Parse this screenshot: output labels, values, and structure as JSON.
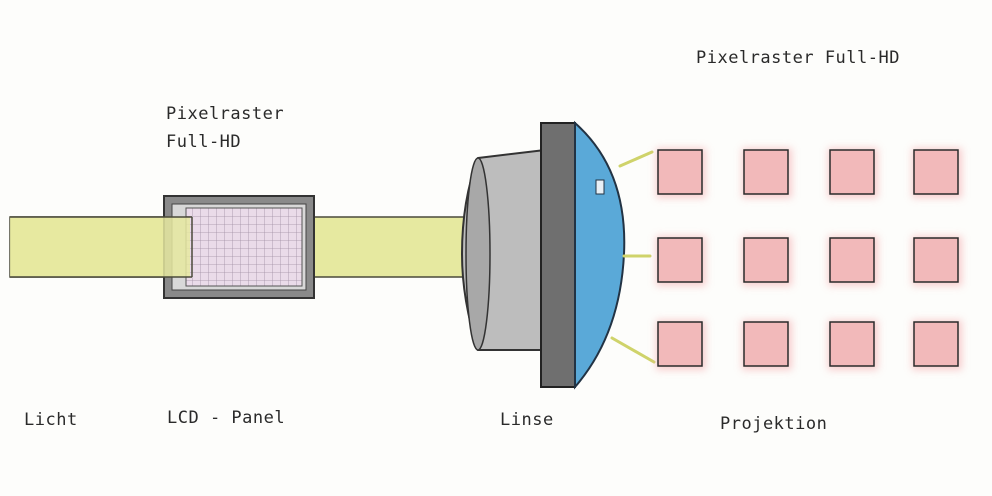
{
  "labels": {
    "light": "Licht",
    "lcd_panel": "LCD - Panel",
    "lens": "Linse",
    "projection": "Projektion",
    "pixel_grid_projection": "Pixelraster Full-HD",
    "pixel_grid_lcd_line1": "Pixelraster",
    "pixel_grid_lcd_line2": "Full-HD"
  },
  "colors": {
    "light_beam": "#e6e9a0",
    "lens_glass": "#5aa9d8",
    "lens_frame": "#6f6f6f",
    "lens_barrel": "#b8b8b8",
    "lcd_frame": "#7a7a7a",
    "lcd_grid": "#e7d6e6",
    "projected_pixel": "#f2b9ba",
    "ray": "#cfd36a"
  },
  "projection_grid": {
    "rows": 3,
    "columns": 4
  }
}
